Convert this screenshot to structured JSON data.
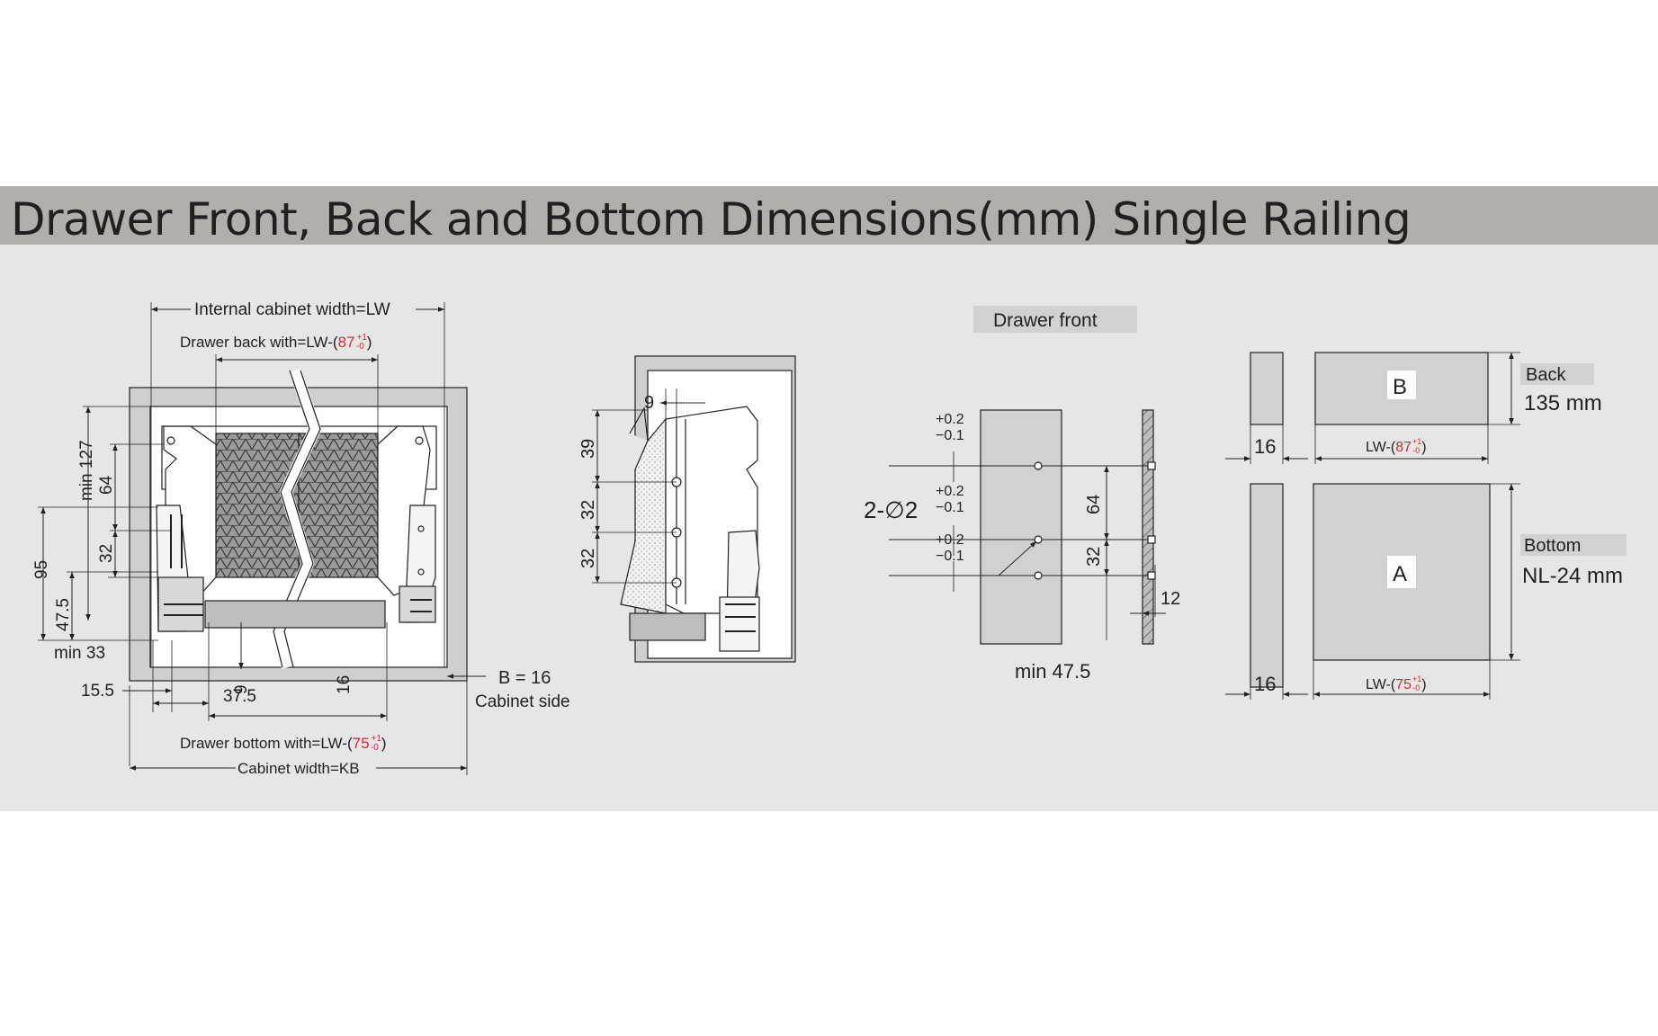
{
  "title": "Drawer Front, Back and Bottom Dimensions(mm) Single Railing",
  "colors": {
    "title_bar": "#b1aeac",
    "panel": "#e6e6e6",
    "tolerance": "#d3283a",
    "line": "#231f20"
  },
  "view1": {
    "internal_width": "Internal cabinet width=LW",
    "back_label": "Drawer back with=LW-(",
    "back_value": "87",
    "tol_plus": "+1",
    "tol_minus": "-0",
    "close_paren": ")",
    "min127": "min 127",
    "dim64": "64",
    "dim32": "32",
    "dim95": "95",
    "dim47_5": "47.5",
    "min33": "min 33",
    "dim9": "9",
    "dim16": "16",
    "dim15_5": "15.5",
    "dim37_5": "37.5",
    "b16": "B = 16",
    "cabinet_side": "Cabinet side",
    "bottom_label": "Drawer bottom with=LW-(",
    "bottom_value": "75",
    "cabinet_width": "Cabinet width=KB"
  },
  "view2": {
    "dim9": "9",
    "dim39": "39",
    "dim32a": "32",
    "dim32b": "32"
  },
  "view3": {
    "title": "Drawer front",
    "tp": "+0.2",
    "tm": "−0.1",
    "holes": "2-∅2",
    "dim64": "64",
    "dim32": "32",
    "dim12": "12",
    "min47_5": "min 47.5"
  },
  "view4": {
    "dim16a": "16",
    "panel_b": "B",
    "lw_prefix": "LW-(",
    "v87": "87",
    "v75": "75",
    "tol_plus": "+1",
    "tol_minus": "-0",
    "close_paren": ")",
    "back_tag": "Back",
    "back_dim": "135 mm",
    "dim16b": "16",
    "panel_a": "A",
    "bottom_tag": "Bottom",
    "bottom_dim": "NL-24 mm"
  }
}
